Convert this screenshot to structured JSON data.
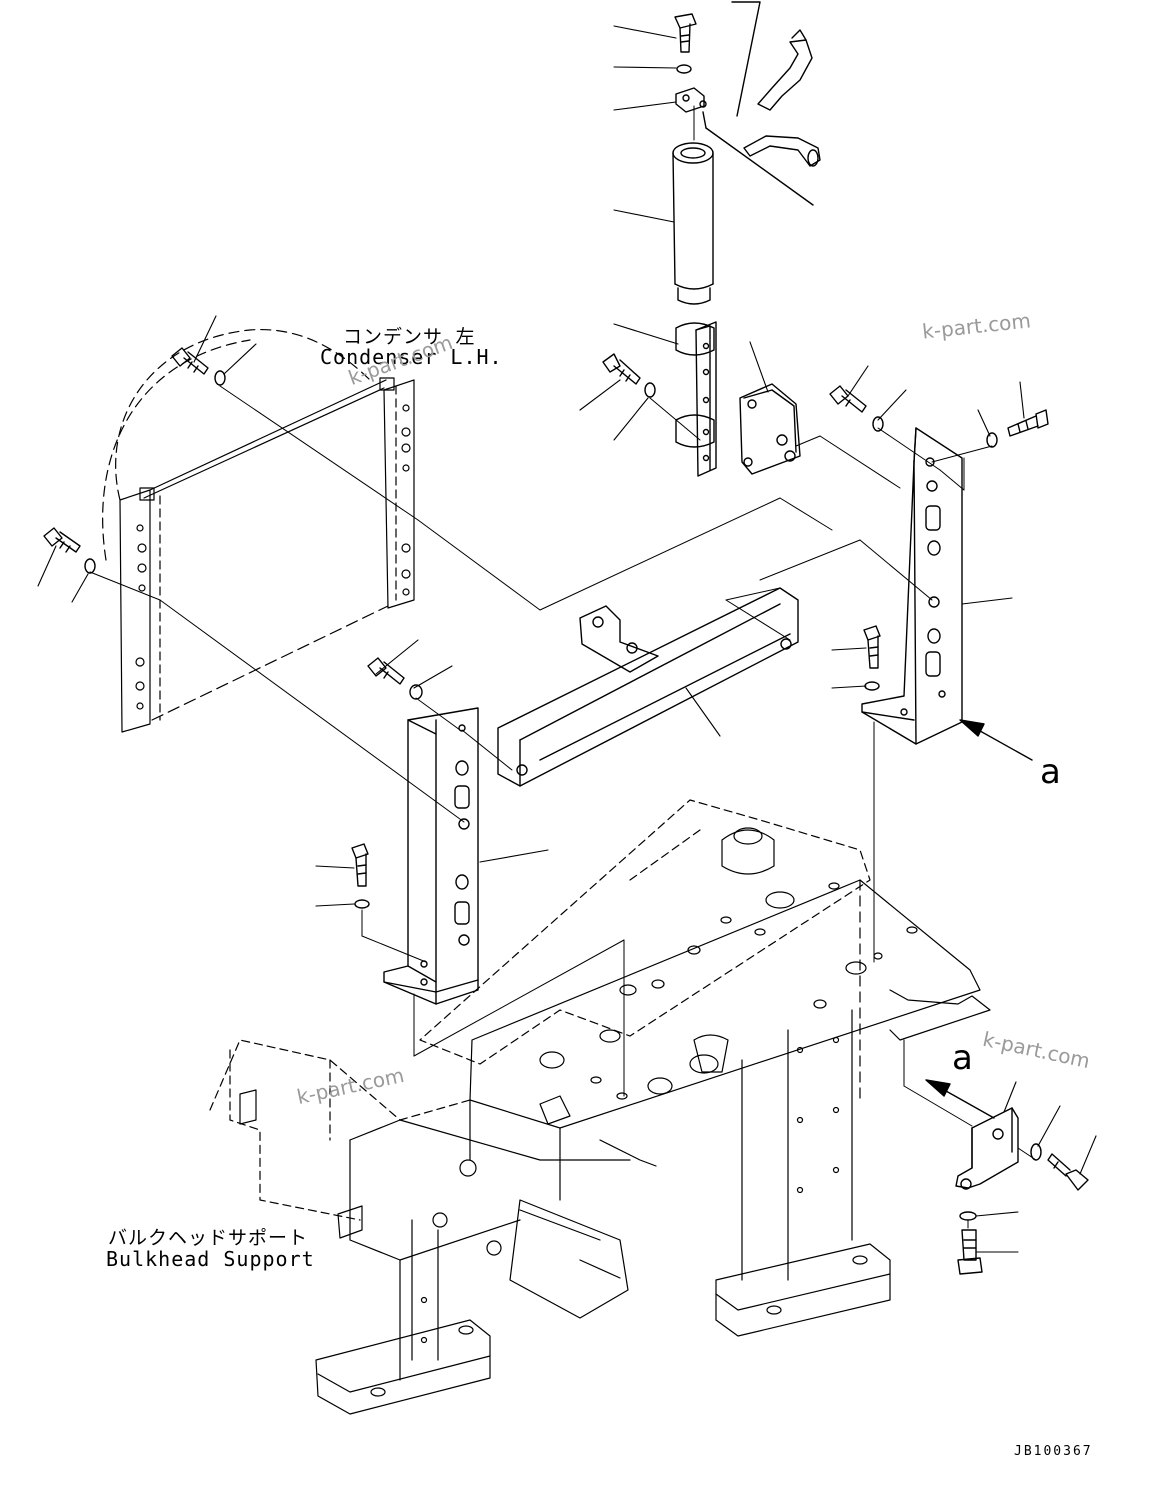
{
  "labels": {
    "condenser_jp": "コンデンサ 左",
    "condenser_en": "Condenser L.H.",
    "bulkhead_jp": "バルクヘッドサポート",
    "bulkhead_en": "Bulkhead Support",
    "view_a_1": "a",
    "view_a_2": "a",
    "drawing_code": "JB100367"
  },
  "watermarks": [
    "k-part.com",
    "k-part.com",
    "k-part.com",
    "k-part.com"
  ]
}
